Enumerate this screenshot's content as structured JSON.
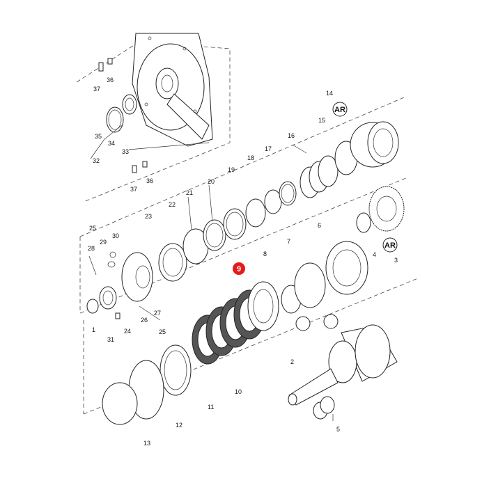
{
  "diagram": {
    "callouts": [
      {
        "id": "c1",
        "text": "1"
      },
      {
        "id": "c2",
        "text": "2"
      },
      {
        "id": "c3",
        "text": "3"
      },
      {
        "id": "c4",
        "text": "4"
      },
      {
        "id": "c5",
        "text": "5"
      },
      {
        "id": "c6",
        "text": "6"
      },
      {
        "id": "c7",
        "text": "7"
      },
      {
        "id": "c8",
        "text": "8"
      },
      {
        "id": "c10",
        "text": "10"
      },
      {
        "id": "c11",
        "text": "11"
      },
      {
        "id": "c12",
        "text": "12"
      },
      {
        "id": "c13",
        "text": "13"
      },
      {
        "id": "c14",
        "text": "14"
      },
      {
        "id": "c15",
        "text": "15"
      },
      {
        "id": "c16",
        "text": "16"
      },
      {
        "id": "c17",
        "text": "17"
      },
      {
        "id": "c18",
        "text": "18"
      },
      {
        "id": "c19",
        "text": "19"
      },
      {
        "id": "c20",
        "text": "20"
      },
      {
        "id": "c21",
        "text": "21"
      },
      {
        "id": "c22",
        "text": "22"
      },
      {
        "id": "c23",
        "text": "23"
      },
      {
        "id": "c24",
        "text": "24"
      },
      {
        "id": "c25a",
        "text": "25"
      },
      {
        "id": "c25b",
        "text": "25"
      },
      {
        "id": "c26",
        "text": "26"
      },
      {
        "id": "c27",
        "text": "27"
      },
      {
        "id": "c28",
        "text": "28"
      },
      {
        "id": "c29",
        "text": "29"
      },
      {
        "id": "c30",
        "text": "30"
      },
      {
        "id": "c31",
        "text": "31"
      },
      {
        "id": "c32",
        "text": "32"
      },
      {
        "id": "c33",
        "text": "33"
      },
      {
        "id": "c34",
        "text": "34"
      },
      {
        "id": "c35",
        "text": "35"
      },
      {
        "id": "c36a",
        "text": "36"
      },
      {
        "id": "c36b",
        "text": "36"
      },
      {
        "id": "c37a",
        "text": "37"
      },
      {
        "id": "c37b",
        "text": "37"
      }
    ],
    "ar_badges": [
      {
        "text": "AR"
      },
      {
        "text": "AR"
      }
    ],
    "highlight": {
      "text": "9",
      "color": "#e31b1b"
    },
    "colors": {
      "line": "#222222",
      "disk": "#555555",
      "highlight": "#e31b1b"
    }
  }
}
